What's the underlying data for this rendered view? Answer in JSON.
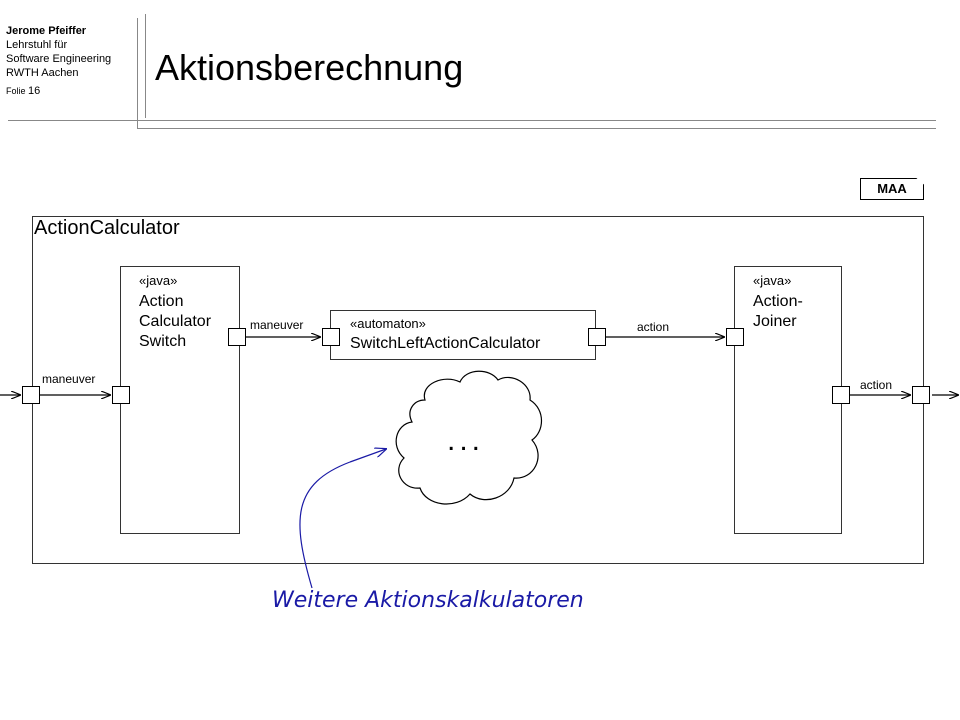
{
  "header": {
    "author": "Jerome Pfeiffer",
    "chair_line1": "Lehrstuhl für",
    "chair_line2": "Software Engineering",
    "university": "RWTH  Aachen",
    "slide_prefix": "Folie",
    "slide_number": "16"
  },
  "title": "Aktionsberechnung",
  "tag": "MAA",
  "container": {
    "label": "ActionCalculator"
  },
  "components": {
    "switch": {
      "stereotype": "«java»",
      "name_line1": "Action",
      "name_line2": "Calculator",
      "name_line3": "Switch"
    },
    "automaton": {
      "stereotype": "«automaton»",
      "name": "SwitchLeftActionCalculator"
    },
    "joiner": {
      "stereotype": "«java»",
      "name_line1": "Action-",
      "name_line2": "Joiner"
    }
  },
  "ports": {
    "outer_in": "maneuver",
    "switch_out": "maneuver",
    "automaton_out": "action",
    "outer_out": "action"
  },
  "cloud": {
    "text": "..."
  },
  "annotation": "Weitere Aktionskalkulatoren",
  "colors": {
    "annotation": "#1a1aa6",
    "rule": "#888888"
  }
}
